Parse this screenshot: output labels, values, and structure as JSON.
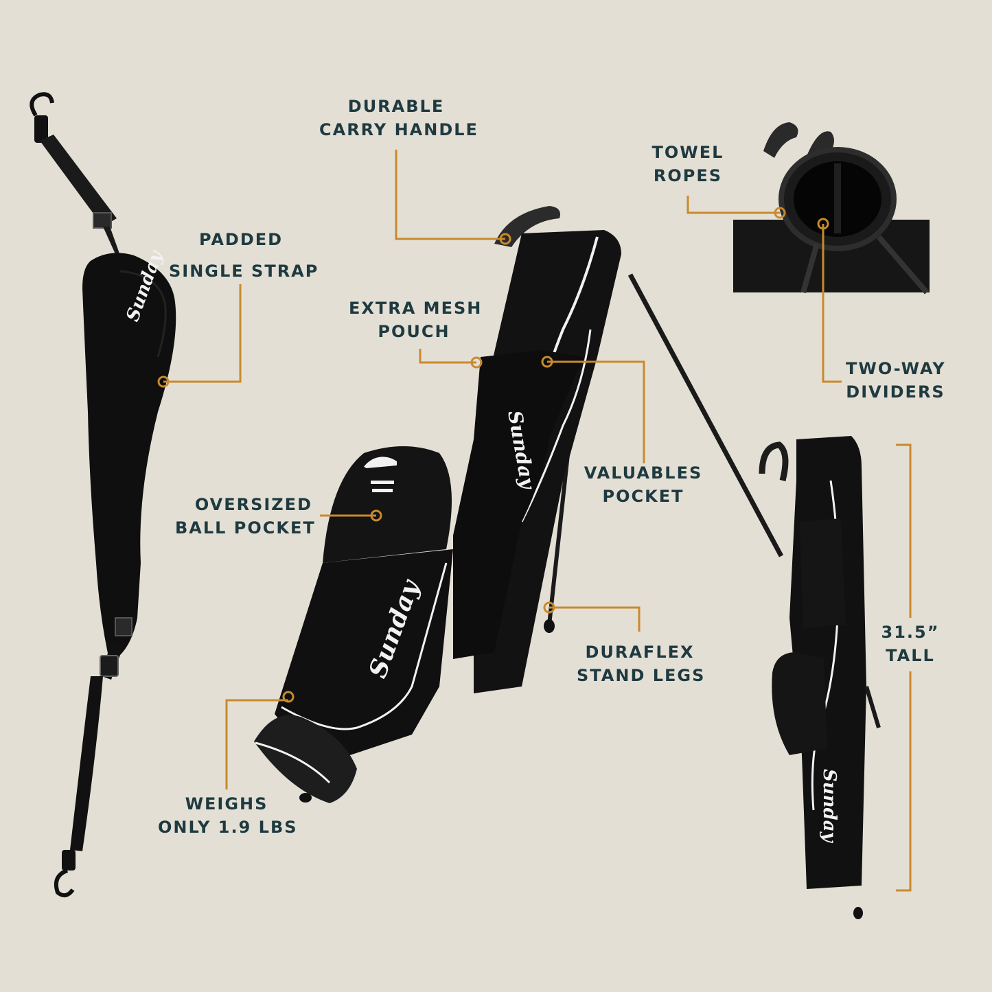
{
  "colors": {
    "background": "#e4dfd5",
    "text": "#1e3a40",
    "accent": "#c98a2c",
    "product": "#0f0f0f",
    "piping": "#f2f2f2"
  },
  "callouts": {
    "durable_handle": {
      "line1": "DURABLE",
      "line2": "CARRY HANDLE"
    },
    "towel_ropes": {
      "line1": "TOWEL",
      "line2": "ROPES"
    },
    "padded_strap": {
      "line1": "PADDED",
      "line2": "SINGLE STRAP"
    },
    "mesh_pouch": {
      "line1": "EXTRA MESH",
      "line2": "POUCH"
    },
    "two_way_dividers": {
      "line1": "TWO-WAY",
      "line2": "DIVIDERS"
    },
    "valuables_pocket": {
      "line1": "VALUABLES",
      "line2": "POCKET"
    },
    "ball_pocket": {
      "line1": "OVERSIZED",
      "line2": "BALL POCKET"
    },
    "height": {
      "line1": "31.5”",
      "line2": "TALL"
    },
    "stand_legs": {
      "line1": "DURAFLEX",
      "line2": "STAND LEGS"
    },
    "weight": {
      "line1": "WEIGHS",
      "line2": "ONLY 1.9 LBS"
    }
  },
  "images": {
    "strap": {
      "icon": "shoulder-strap-image",
      "logo": "Sunday"
    },
    "main_bag": {
      "icon": "golf-bag-image",
      "logo": "Sunday"
    },
    "top_closeup": {
      "icon": "bag-top-closeup-image"
    },
    "side_bag": {
      "icon": "golf-bag-side-image",
      "logo": "Sunday"
    }
  }
}
